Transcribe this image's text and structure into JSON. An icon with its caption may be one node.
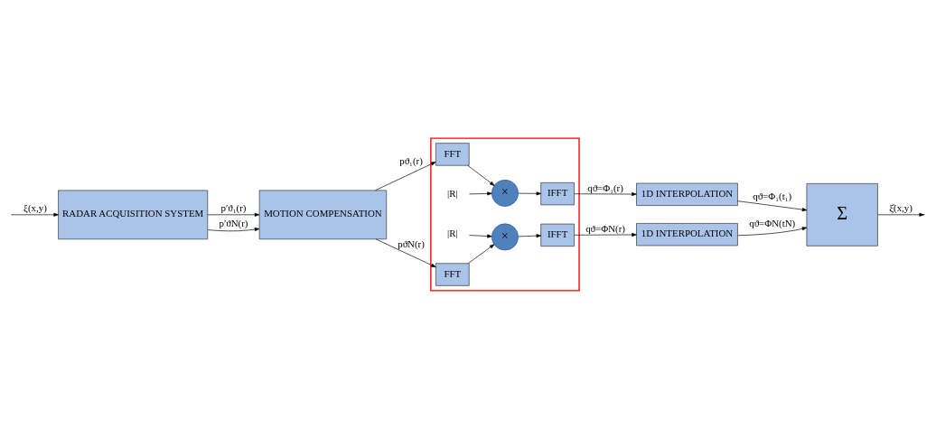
{
  "diagram": {
    "nodes": [
      {
        "text": [
          "RADAR ACQUISITION SYSTEM"
        ]
      },
      {
        "text": [
          "MOTION COMPENSATION"
        ]
      },
      {
        "text": [],
        "shape": "box"
      },
      {
        "text": [
          "FFT"
        ],
        "in": 2
      },
      {
        "text": [
          "FFT"
        ],
        "in": 2
      },
      {
        "text": [
          "|R|"
        ],
        "in": 2
      },
      {
        "text": [
          "×"
        ],
        "in": 2
      },
      {
        "text": [
          "|R|"
        ],
        "in": 2
      },
      {
        "text": [
          "×"
        ],
        "in": 2
      },
      {
        "text": [
          "IFFT"
        ],
        "in": 2
      },
      {
        "text": [
          "IFFT"
        ],
        "in": 2
      },
      {
        "text": [
          "1D INTERPOLATION"
        ]
      },
      {
        "text": [
          "1D INTERPOLATION"
        ]
      },
      {
        "text": [
          "Σ"
        ]
      }
    ],
    "edges": [
      {
        "from": null,
        "to": 0,
        "arrow": "to",
        "label": "ξ(x,y)"
      },
      {
        "from": 0,
        "to": 1,
        "arrow": "to",
        "label": "p′ϑ₁(r)"
      },
      {
        "from": 0,
        "to": 1,
        "arrow": "to",
        "label": "p′ϑN(r)"
      },
      {
        "from": 1,
        "to": 3,
        "arrow": "to",
        "label": "pϑ₁(r)"
      },
      {
        "from": 1,
        "to": 4,
        "arrow": "to",
        "label": "pϑN(r)"
      },
      {
        "from": 3,
        "to": 6,
        "arrow": "to"
      },
      {
        "from": 5,
        "to": 6,
        "arrow": "to"
      },
      {
        "from": 4,
        "to": 8,
        "arrow": "to"
      },
      {
        "from": 7,
        "to": 8,
        "arrow": "to"
      },
      {
        "from": 6,
        "to": 9,
        "arrow": "to"
      },
      {
        "from": 8,
        "to": 10,
        "arrow": "to"
      },
      {
        "from": 9,
        "to": 11,
        "arrow": "to",
        "label": "qϑ=Φ₁(r)"
      },
      {
        "from": 10,
        "to": 12,
        "arrow": "to",
        "label": "qϑ=ΦN(r)"
      },
      {
        "from": 11,
        "to": 13,
        "arrow": "to",
        "label": "qϑ=Φ₁(t₁)"
      },
      {
        "from": 12,
        "to": 13,
        "arrow": "to",
        "label": "qϑ=ΦN(tN)"
      },
      {
        "from": 13,
        "to": null,
        "arrow": "to",
        "label": "ξ̂(x,y)"
      }
    ]
  }
}
